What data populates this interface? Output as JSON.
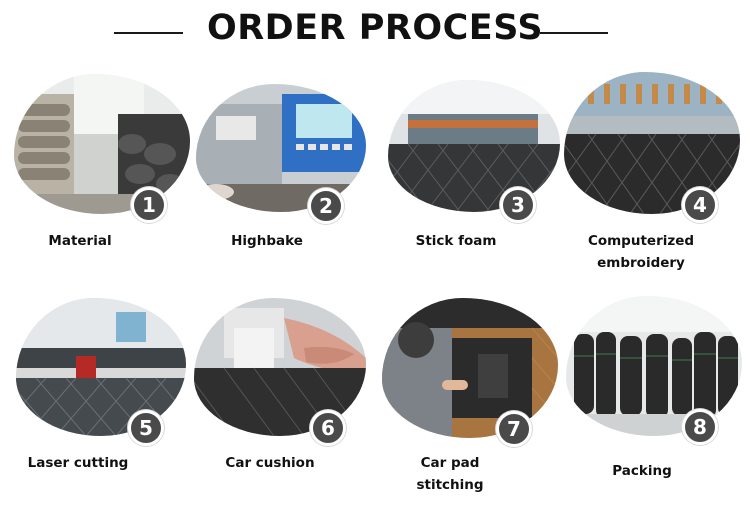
{
  "header": {
    "title": "ORDER PROCESS"
  },
  "steps": [
    {
      "number": "1",
      "label": "Material",
      "photo": "warehouse-fabric-rolls"
    },
    {
      "number": "2",
      "label": "Highbake",
      "photo": "control-panel-machine"
    },
    {
      "number": "3",
      "label": "Stick foam",
      "photo": "quilting-line"
    },
    {
      "number": "4",
      "label": "Computerized\nembroidery",
      "photo": "embroidery-machine"
    },
    {
      "number": "5",
      "label": "Laser cutting",
      "photo": "laser-cutter-table"
    },
    {
      "number": "6",
      "label": "Car  cushion",
      "photo": "sewing-machine"
    },
    {
      "number": "7",
      "label": "Car  pad\nstitching",
      "photo": "worker-stitching-pad"
    },
    {
      "number": "8",
      "label": "Packing",
      "photo": "packed-rolls"
    }
  ],
  "colors": {
    "badge": "#4a4a4a",
    "title": "#111111",
    "quilt": "#2b2b2b"
  }
}
